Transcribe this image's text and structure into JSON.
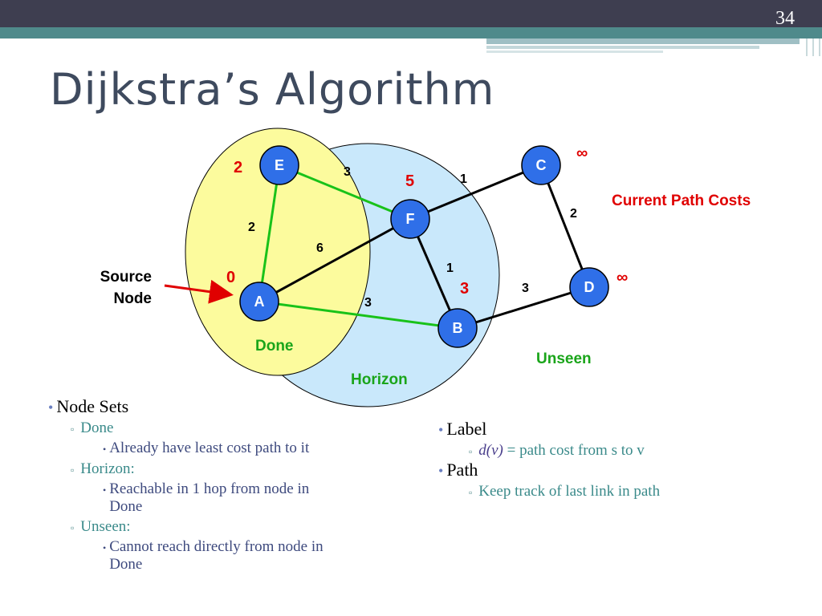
{
  "slide": {
    "number": "34",
    "title": "Dijkstra’s Algorithm"
  },
  "diagram": {
    "colors": {
      "done_region": "#fcfb9d",
      "horizon_region": "#c9e8fb",
      "node_fill": "#2f6fe8",
      "green_edge": "#19c219",
      "black_edge": "#000000",
      "cost_red": "#e00000",
      "region_label_green": "#1aa51a",
      "arrow_red": "#e00000"
    },
    "nodes": [
      {
        "id": "E",
        "label": "E",
        "cost": "2"
      },
      {
        "id": "F",
        "label": "F",
        "cost": "5"
      },
      {
        "id": "C",
        "label": "C",
        "cost": "∞"
      },
      {
        "id": "A",
        "label": "A",
        "cost": "0"
      },
      {
        "id": "B",
        "label": "B",
        "cost": "3"
      },
      {
        "id": "D",
        "label": "D",
        "cost": "∞"
      }
    ],
    "edges": [
      {
        "from": "E",
        "to": "A",
        "weight": "2",
        "color": "green"
      },
      {
        "from": "E",
        "to": "F",
        "weight": "3",
        "color": "green"
      },
      {
        "from": "A",
        "to": "F",
        "weight": "6",
        "color": "black"
      },
      {
        "from": "A",
        "to": "B",
        "weight": "3",
        "color": "green"
      },
      {
        "from": "F",
        "to": "C",
        "weight": "1",
        "color": "black"
      },
      {
        "from": "F",
        "to": "B",
        "weight": "1",
        "color": "black"
      },
      {
        "from": "C",
        "to": "D",
        "weight": "2",
        "color": "black"
      },
      {
        "from": "B",
        "to": "D",
        "weight": "3",
        "color": "black"
      }
    ],
    "labels": {
      "source_line1": "Source",
      "source_line2": "Node",
      "done": "Done",
      "horizon": "Horizon",
      "unseen": "Unseen",
      "current_path_costs": "Current Path Costs"
    }
  },
  "left_bullets": {
    "node_sets": "Node Sets",
    "done": "Done",
    "done_desc": "Already have least cost path to it",
    "horizon": "Horizon:",
    "horizon_desc_line1": "Reachable in 1 hop from node in",
    "horizon_desc_line2": "Done",
    "unseen": "Unseen:",
    "unseen_desc_line1": "Cannot reach directly from node in",
    "unseen_desc_line2": "Done"
  },
  "right_bullets": {
    "label": "Label",
    "dv": "d(v)",
    "dv_desc": " = path cost from s to v",
    "path": "Path",
    "path_desc": "Keep track of last link in path"
  }
}
